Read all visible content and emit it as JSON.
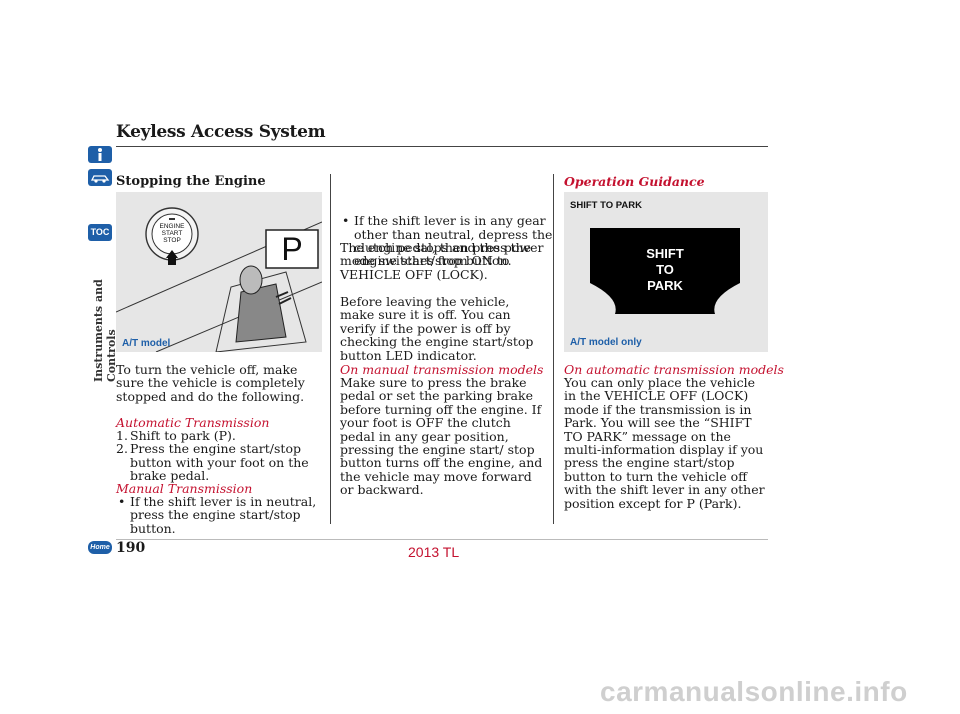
{
  "header": {
    "title": "Keyless Access System",
    "page_number": "190"
  },
  "side_tab": {
    "label": "Instruments and Controls",
    "toc_label": "TOC",
    "home_label": "Home"
  },
  "col1": {
    "heading": "Stopping the Engine",
    "figure_caption": "A/T model",
    "figure_button_lines": [
      "ENGINE",
      "START",
      "STOP"
    ],
    "figure_p": "P",
    "intro": "To turn the vehicle off, make sure the vehicle is completely stopped and do the following.",
    "at_heading": "Automatic Transmission",
    "at_steps": [
      {
        "n": "1.",
        "text": "Shift to park (P)."
      },
      {
        "n": "2.",
        "text": "Press the engine start/stop button with your foot on the brake pedal."
      }
    ],
    "mt_heading": "Manual Transmission",
    "mt_bullet1": "If the shift lever is in neutral, press the engine start/stop button."
  },
  "col2": {
    "mt_bullet2": "If the shift lever is in any gear other than neutral, depress the clutch pedal, then press the engine start/stop button.",
    "para1": "The engine stops and the power mode switches from ON to VEHICLE OFF (LOCK).",
    "para2": "Before leaving the vehicle, make sure it is off. You can verify if the power is off by checking the engine start/stop button LED indicator.",
    "mt_models_heading": "On manual transmission models",
    "mt_models_text": "Make sure to press the brake pedal or set the parking brake before turning off the engine. If your foot is OFF the clutch pedal in any gear position, pressing the engine start/ stop button turns off the engine, and the vehicle may move forward or backward."
  },
  "col3": {
    "heading": "Operation Guidance",
    "figure_title": "SHIFT TO PARK",
    "display_lines": [
      "SHIFT",
      "TO",
      "PARK"
    ],
    "figure_caption": "A/T model only",
    "at_models_heading": "On automatic transmission models",
    "at_models_text": "You can only place the vehicle in the VEHICLE OFF (LOCK) mode if the transmission is in Park. You will see the “SHIFT TO PARK” message on the multi-information display if you press the engine start/stop button to turn the vehicle off with the shift lever in any other position except for P (Park)."
  },
  "footer": {
    "model_year": "2013 TL",
    "watermark": "carmanualsonline.info"
  },
  "colors": {
    "accent_red": "#c4112f",
    "tab_blue": "#1e5fa8",
    "figure_bg": "#e6e6e6"
  },
  "icons": [
    "info-icon",
    "car-icon",
    "toc-icon",
    "home-icon"
  ]
}
